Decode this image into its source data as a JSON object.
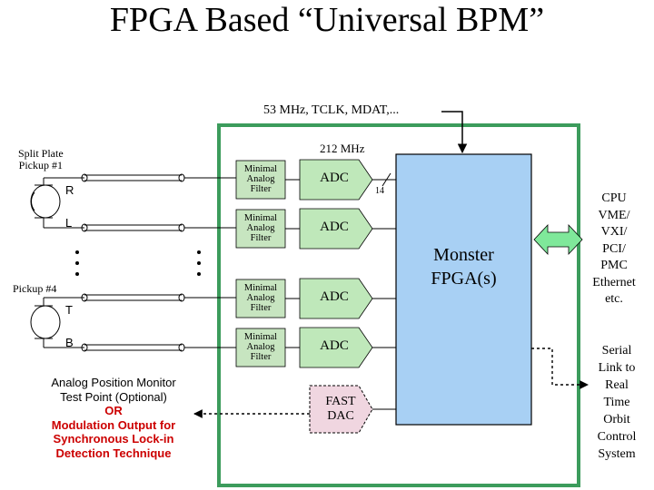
{
  "title": "FPGA Based “Universal BPM”",
  "clock_label": "53 MHz, TCLK, MDAT,...",
  "freq_label": "212 MHz",
  "bus_width": "14",
  "pickup1": {
    "name": "Split Plate Pickup #1",
    "line1": "Split Plate",
    "line2": "Pickup  #1",
    "ch_top": "R",
    "ch_bottom": "L"
  },
  "pickup4": {
    "name": "Pickup #4",
    "ch_top": "T",
    "ch_bottom": "B"
  },
  "filter": {
    "line1": "Minimal",
    "line2": "Analog",
    "line3": "Filter"
  },
  "adc_label": "ADC",
  "dac": {
    "line1": "FAST",
    "line2": "DAC"
  },
  "fpga_label": {
    "line1": "Monster",
    "line2": "FPGA(s)"
  },
  "cpu_lines": [
    "CPU",
    "VME/",
    "VXI/",
    "PCI/",
    "PMC",
    "Ethernet",
    "etc."
  ],
  "serial_lines": [
    "Serial",
    "Link to",
    "Real",
    "Time",
    "Orbit",
    "Control",
    "System"
  ],
  "analog_note": {
    "line1": "Analog Position Monitor",
    "line2": "Test Point  (Optional)",
    "or": "OR",
    "line3": "Modulation Output for",
    "line4": "Synchronous Lock-in",
    "line5": "Detection Technique"
  },
  "colors": {
    "board_border": "#3c9c5c",
    "fpga_fill": "#a8d0f4",
    "adc_fill": "#bfe8ba",
    "filter_fill": "#c7e5c0",
    "dac_fill": "#f0d6e0",
    "arrow_fill": "#7fe89a",
    "note_red": "#cc0000"
  }
}
